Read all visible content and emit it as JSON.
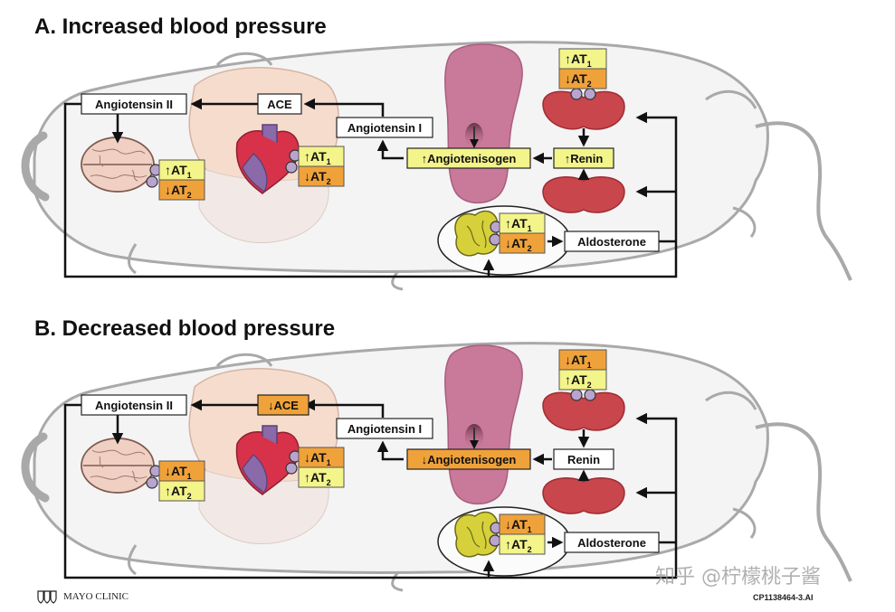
{
  "panels": [
    {
      "title": "A. Increased blood pressure",
      "angiotensin_ii": "Angiotensin II",
      "ace": "ACE",
      "angiotensin_i": "Angiotensin I",
      "angiotensinogen": "↑Angiotenisogen",
      "renin": "↑Renin",
      "aldosterone": "Aldosterone",
      "brain_receptors": [
        "↑AT",
        "↓AT"
      ],
      "heart_receptors": [
        "↑AT",
        "↓AT"
      ],
      "adrenal_receptors": [
        "↑AT",
        "↓AT"
      ],
      "kidney_receptors": [
        "↑AT",
        "↓AT"
      ],
      "ace_fill": "#ffffff",
      "angiotensinogen_fill": "#f3f48a",
      "renin_fill": "#f3f48a"
    },
    {
      "title": "B. Decreased blood pressure",
      "angiotensin_ii": "Angiotensin II",
      "ace": "↓ACE",
      "angiotensin_i": "Angiotensin I",
      "angiotensinogen": "↓Angiotenisogen",
      "renin": "Renin",
      "aldosterone": "Aldosterone",
      "brain_receptors": [
        "↓AT",
        "↑AT"
      ],
      "heart_receptors": [
        "↓AT",
        "↑AT"
      ],
      "adrenal_receptors": [
        "↓AT",
        "↑AT"
      ],
      "kidney_receptors": [
        "↓AT",
        "↑AT"
      ],
      "ace_fill": "#f0a23a",
      "angiotensinogen_fill": "#f0a23a",
      "renin_fill": "#ffffff"
    }
  ],
  "receptor_subscripts": [
    "1",
    "2"
  ],
  "footer": {
    "logo": "MAYO CLINIC",
    "code": "CP1138464-3.AI"
  },
  "watermark": "知乎 @柠檬桃子酱",
  "colors": {
    "up_box": "#f3f48a",
    "down_box": "#f0a23a",
    "kidney": "#c8464c",
    "liver": "#c9799a",
    "heart_red": "#d8324a",
    "heart_purple": "#8a6aa8",
    "brain": "#f1d0c4",
    "lung": "#f6dccd",
    "adrenal": "#d6d13a",
    "receptor_dot": "#b9a4cf"
  }
}
